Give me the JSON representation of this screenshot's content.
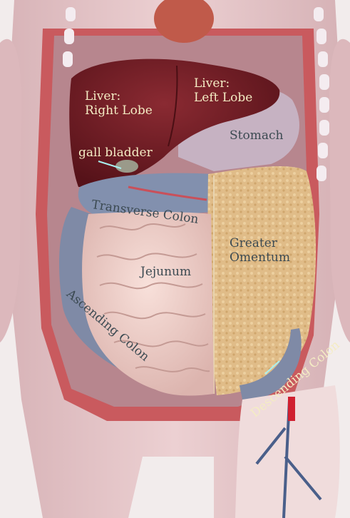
{
  "labels": {
    "liver_right_line1": "Liver:",
    "liver_right_line2": "Right Lobe",
    "liver_left_line1": "Liver:",
    "liver_left_line2": "Left Lobe",
    "stomach": "Stomach",
    "gall_bladder": "gall bladder",
    "transverse_colon": "Transverse Colon",
    "greater_omentum_line1": "Greater",
    "greater_omentum_line2": "Omentum",
    "jejunum": "Jejunum",
    "ascending_colon": "Ascending Colon",
    "descending_colon": "Descending Colon"
  },
  "colors": {
    "label_light": "#f4ecc4",
    "label_dark": "#3c4a52",
    "pointer": "#a8f0f0",
    "skin": "#e8c6c8",
    "liver": "#6e1c24",
    "omentum": "#e2c08e",
    "colon": "#7c8aa8",
    "jejunum": "#f2d2cc"
  }
}
